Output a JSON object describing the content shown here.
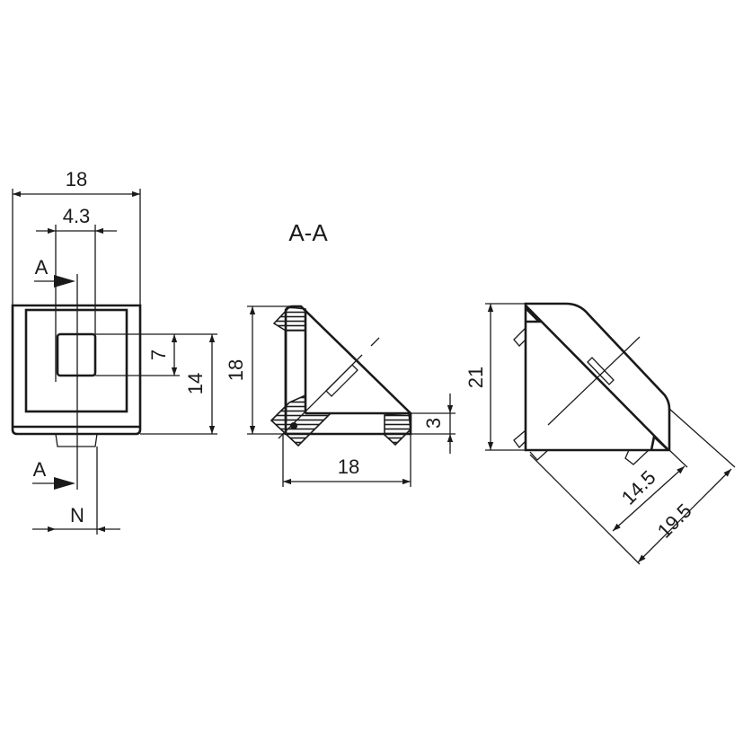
{
  "title": "A-A",
  "section_marker": "A",
  "colors": {
    "line": "#1a1a1a",
    "background": "#ffffff"
  },
  "front_view": {
    "width": "18",
    "slot_width": "4.3",
    "slot_height": "7",
    "body_height": "14",
    "stub_width": "N",
    "section_top": "A",
    "section_bottom": "A"
  },
  "section_view": {
    "height": "18",
    "width": "18",
    "wall": "3"
  },
  "side_view": {
    "height": "21",
    "inner_diag": "14.5",
    "outer_diag": "19.5"
  }
}
